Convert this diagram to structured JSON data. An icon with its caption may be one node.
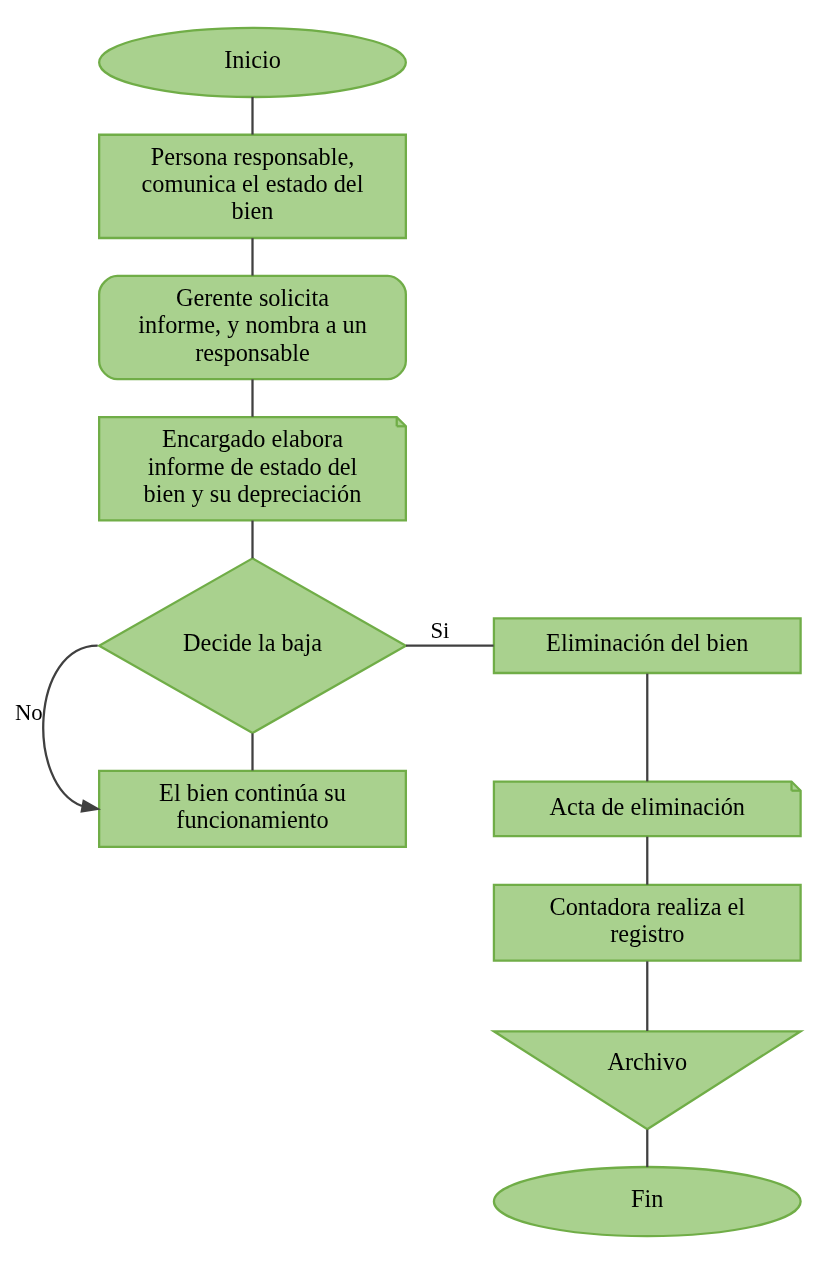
{
  "diagram": {
    "nodes": [
      {
        "text": [
          "Inicio"
        ]
      },
      {
        "text": [
          "Persona responsable, comunica el estado del bien"
        ]
      },
      {
        "text": [
          "Gerente solicita informe, y nombra a un responsable"
        ]
      },
      {
        "text": [
          "Encargado elabora informe de estado del bien y su depreciación"
        ]
      },
      {
        "text": [
          "Decide la baja"
        ]
      },
      {
        "text": [
          "Eliminación del bien"
        ]
      },
      {
        "text": [
          "Acta de eliminación"
        ]
      },
      {
        "text": [
          "El bien continúa su funcionamiento"
        ]
      },
      {
        "text": [
          "Contadora realiza el registro"
        ]
      },
      {
        "text": [
          "Archivo"
        ]
      },
      {
        "text": [
          "Fin"
        ]
      }
    ],
    "edges": [
      {
        "from": 0,
        "to": 1,
        "arrow": "none"
      },
      {
        "from": 1,
        "to": 2,
        "arrow": "none"
      },
      {
        "from": 2,
        "to": 3,
        "arrow": "none"
      },
      {
        "from": 3,
        "to": 4,
        "arrow": "none"
      },
      {
        "from": 4,
        "to": 5,
        "arrow": "none",
        "label": "Si"
      },
      {
        "from": 4,
        "to": 7,
        "arrow": "none"
      },
      {
        "from": 4,
        "to": 7,
        "arrow": "to",
        "label": "No"
      },
      {
        "from": 5,
        "to": 6,
        "arrow": "none"
      },
      {
        "from": 6,
        "to": 8,
        "arrow": "none"
      },
      {
        "from": 8,
        "to": 9,
        "arrow": "none"
      },
      {
        "from": 9,
        "to": 10,
        "arrow": "none"
      }
    ]
  }
}
